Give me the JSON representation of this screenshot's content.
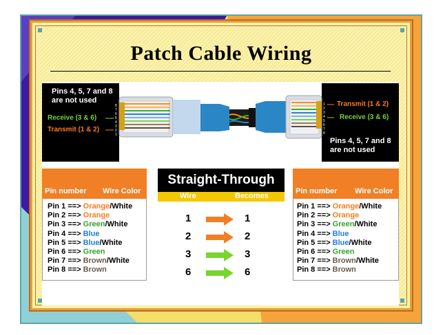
{
  "title": "Patch Cable Wiring",
  "left_connector": {
    "note": "Pins 4, 5, 7 and 8 are not used",
    "receive": "Receive (3 & 6)",
    "transmit": "Transmit (1 & 2)"
  },
  "right_connector": {
    "note": "Pins 4, 5, 7 and 8 are not used",
    "receive": "Receive (3 & 6)",
    "transmit": "Transmit (1 & 2)"
  },
  "pin_table_left": {
    "header_pin": "Pin number",
    "header_color": "Wire Color",
    "rows": [
      {
        "pin": "Pin 1 ==> ",
        "c1": "Orange",
        "c2": "/White",
        "color": "orange"
      },
      {
        "pin": "Pin 2 ==> ",
        "c1": "Orange",
        "c2": "",
        "color": "orange"
      },
      {
        "pin": "Pin 3 ==> ",
        "c1": "Green",
        "c2": "/White",
        "color": "green"
      },
      {
        "pin": "Pin 4 ==> ",
        "c1": "Blue",
        "c2": "",
        "color": "blue"
      },
      {
        "pin": "Pin 5 ==> ",
        "c1": "Blue",
        "c2": "/White",
        "color": "blue"
      },
      {
        "pin": "Pin 6 ==> ",
        "c1": "Green",
        "c2": "",
        "color": "green"
      },
      {
        "pin": "Pin 7 ==> ",
        "c1": "Brown",
        "c2": "/White",
        "color": "brown"
      },
      {
        "pin": "Pin 8 ==> ",
        "c1": "Brown",
        "c2": "",
        "color": "brown"
      }
    ]
  },
  "pin_table_right": {
    "header_pin": "Pin number",
    "header_color": "Wire Color",
    "rows": [
      {
        "pin": "Pin 1 ==> ",
        "c1": "Orange",
        "c2": "/White",
        "color": "orange"
      },
      {
        "pin": "Pin 2 ==> ",
        "c1": "Orange",
        "c2": "",
        "color": "orange"
      },
      {
        "pin": "Pin 3 ==> ",
        "c1": "Green",
        "c2": "/White",
        "color": "green"
      },
      {
        "pin": "Pin 4 ==> ",
        "c1": "Blue",
        "c2": "",
        "color": "blue"
      },
      {
        "pin": "Pin 5 ==> ",
        "c1": "Blue",
        "c2": "/White",
        "color": "blue"
      },
      {
        "pin": "Pin 6 ==> ",
        "c1": "Green",
        "c2": "",
        "color": "green"
      },
      {
        "pin": "Pin 7 ==> ",
        "c1": "Brown",
        "c2": "/White",
        "color": "brown"
      },
      {
        "pin": "Pin 8 ==> ",
        "c1": "Brown",
        "c2": "",
        "color": "brown"
      }
    ]
  },
  "straight_through": {
    "title": "Straight-Through",
    "col_wire": "Wire",
    "col_becomes": "Becomes",
    "rows": [
      {
        "wire": "1",
        "becomes": "1",
        "arrow": "orange"
      },
      {
        "wire": "2",
        "becomes": "2",
        "arrow": "orange"
      },
      {
        "wire": "3",
        "becomes": "3",
        "arrow": "green"
      },
      {
        "wire": "6",
        "becomes": "6",
        "arrow": "green"
      }
    ]
  },
  "colors": {
    "orange": "#f07f26",
    "green": "#77d52c",
    "blue": "#1c7fd8",
    "yellow": "#f5c700",
    "slide_bg": "#fbf3a8"
  }
}
